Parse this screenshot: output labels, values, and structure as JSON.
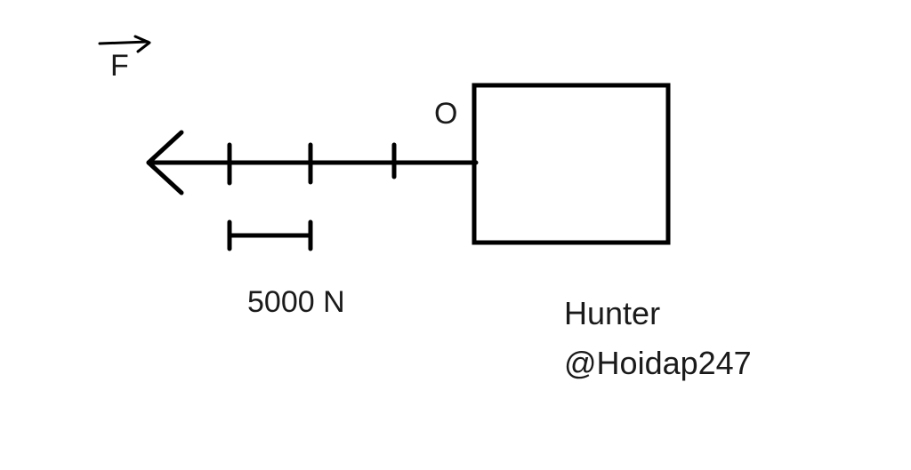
{
  "vector_label": "F",
  "origin_label": "O",
  "scale_label": "5000 N",
  "credit": {
    "line1": "Hunter",
    "line2": "@Hoidap247"
  },
  "colors": {
    "stroke": "#000000",
    "text": "#1a1a1a",
    "background": "#ffffff"
  },
  "force_vector": {
    "direction": "left",
    "segments": 4,
    "newtons_per_segment": 5000,
    "magnitude_newtons": 20000
  }
}
